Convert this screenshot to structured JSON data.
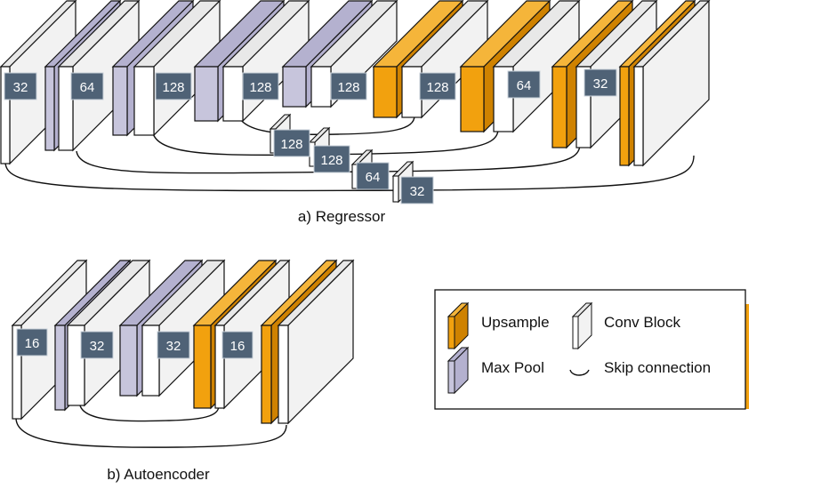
{
  "colors": {
    "conv_front": "#ffffff",
    "conv_side": "#f2f2f2",
    "conv_top": "#e8e8e8",
    "pool_front": "#c7c5dc",
    "pool_side": "#b4b1cf",
    "upsample_front": "#f2a10e",
    "upsample_side": "#cf8200",
    "badge": "#4f6276",
    "badge_text": "#ffffff",
    "stroke": "#111111"
  },
  "regressor": {
    "caption": "a) Regressor",
    "badges": [
      "32",
      "64",
      "128",
      "128",
      "128",
      "128",
      "64",
      "32",
      "128",
      "128",
      "64",
      "32"
    ]
  },
  "autoencoder": {
    "caption": "b) Autoencoder",
    "badges": [
      "16",
      "32",
      "32",
      "16"
    ]
  },
  "legend": {
    "upsample": "Upsample",
    "conv_block": "Conv Block",
    "max_pool": "Max Pool",
    "skip_connection": "Skip connection"
  }
}
